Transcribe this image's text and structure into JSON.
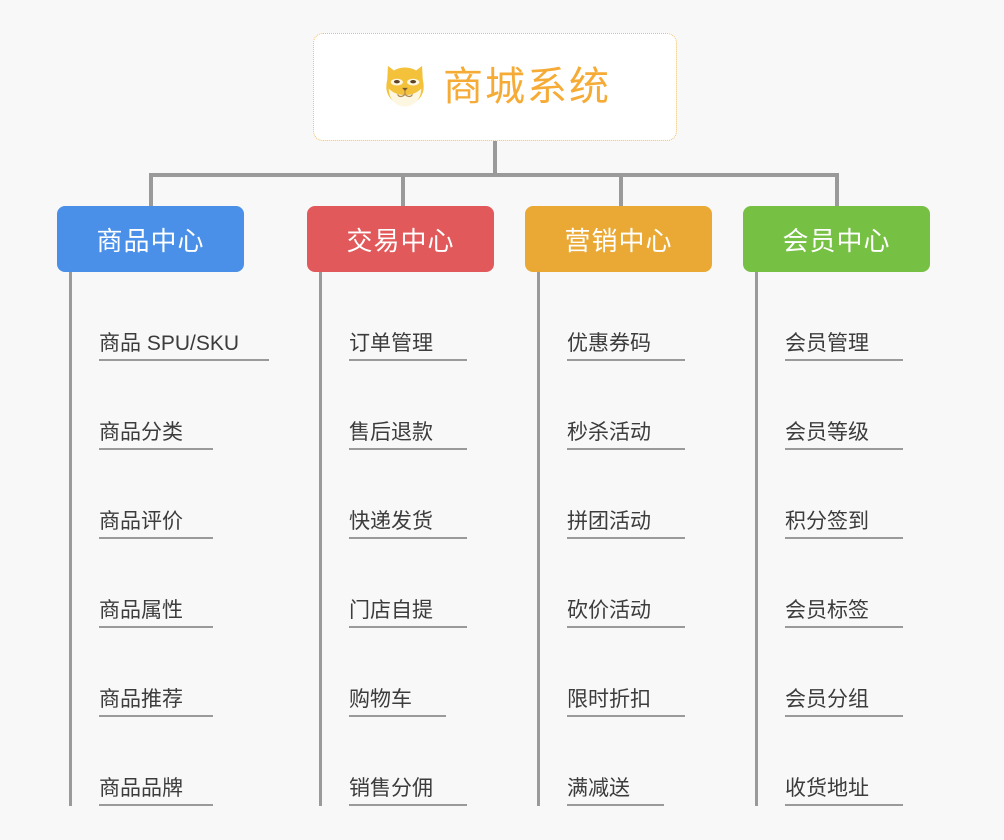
{
  "root": {
    "title": "商城系统",
    "icon": "shiba-dog-icon",
    "icon_color": "#f3c13a",
    "title_color": "#f5ab35",
    "border_color": "#f0c060",
    "background": "#ffffff"
  },
  "canvas": {
    "background": "#f8f8f8",
    "connector_color": "#9a9a9a"
  },
  "branches": [
    {
      "label": "商品中心",
      "color": "#4a90e8",
      "items": [
        "商品 SPU/SKU",
        "商品分类",
        "商品评价",
        "商品属性",
        "商品推荐",
        "商品品牌"
      ]
    },
    {
      "label": "交易中心",
      "color": "#e2595b",
      "items": [
        "订单管理",
        "售后退款",
        "快递发货",
        "门店自提",
        "购物车",
        "销售分佣"
      ]
    },
    {
      "label": "营销中心",
      "color": "#eaa935",
      "items": [
        "优惠券码",
        "秒杀活动",
        "拼团活动",
        "砍价活动",
        "限时折扣",
        "满减送"
      ]
    },
    {
      "label": "会员中心",
      "color": "#76c043",
      "items": [
        "会员管理",
        "会员等级",
        "积分签到",
        "会员标签",
        "会员分组",
        "收货地址"
      ]
    }
  ]
}
